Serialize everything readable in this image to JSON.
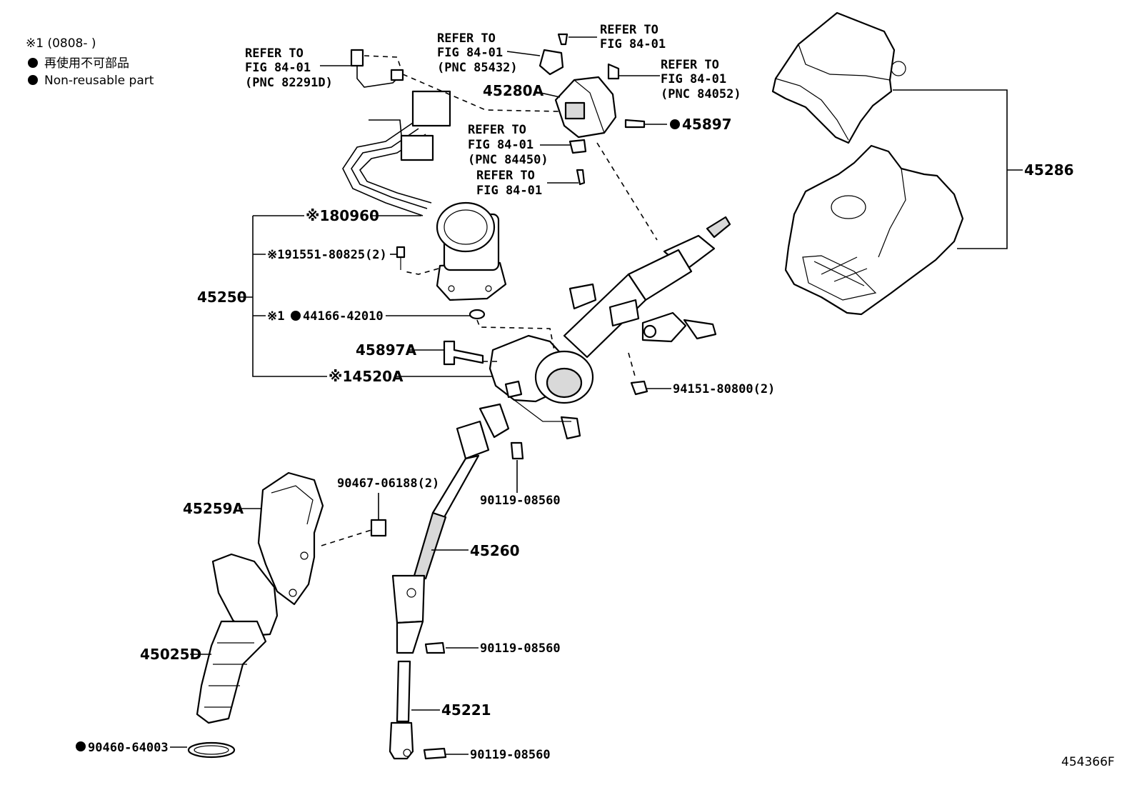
{
  "legend": {
    "note": "※1 (0808-    )",
    "jp": "再使用不可部品",
    "en": "Non-reusable part"
  },
  "labels": {
    "ref_82291d": [
      "REFER TO",
      "FIG 84-01",
      "(PNC 82291D)"
    ],
    "ref_85432": [
      "REFER TO",
      "FIG 84-01",
      "(PNC 85432)"
    ],
    "ref_top": [
      "REFER TO",
      "FIG 84-01"
    ],
    "ref_84052": [
      "REFER TO",
      "FIG 84-01",
      "(PNC 84052)"
    ],
    "ref_84450": [
      "REFER TO",
      "FIG 84-01",
      "(PNC 84450)"
    ],
    "ref_plain": [
      "REFER TO",
      "FIG 84-01"
    ],
    "p45280A": "45280A",
    "p45897": "45897",
    "p45286": "45286",
    "p80960": "※180960",
    "p91551": "※191551-80825(2)",
    "p45250": "45250",
    "p44166": "44166-42010",
    "p44166_pre": "※1",
    "p45897A": "45897A",
    "p4520A": "※14520A",
    "p94151": "94151-80800(2)",
    "p90467": "90467-06188(2)",
    "p90119_a": "90119-08560",
    "p45259A": "45259A",
    "p45260": "45260",
    "p90119_b": "90119-08560",
    "p45025D": "45025D",
    "p45221": "45221",
    "p90460": "90460-64003",
    "p90119_c": "90119-08560",
    "figure_id": "454366F"
  }
}
